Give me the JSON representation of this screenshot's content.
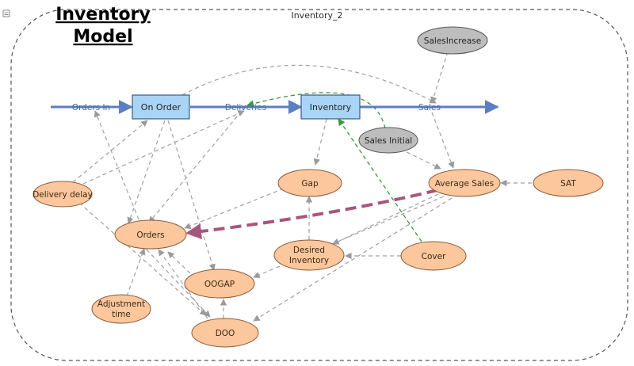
{
  "model": {
    "title_line1": "Inventory",
    "title_line2": "Model",
    "frame_label": "Inventory_2"
  },
  "colors": {
    "stock_fill": "#a9d4f5",
    "aux_fill": "#fcc79c",
    "gray_fill": "#bdbdbd",
    "flow": "#5b7fc0",
    "dashed_link": "#a0a0a0",
    "green_link": "#3a9a3a",
    "highlight_link": "#a8557e"
  },
  "stocks": {
    "on_order": "On Order",
    "inventory": "Inventory"
  },
  "flows": {
    "orders_in": "Orders In",
    "deliveries": "Deliveries",
    "sales": "Sales"
  },
  "auxiliaries": {
    "gap": "Gap",
    "average_sales": "Average Sales",
    "sat": "SAT",
    "delivery_delay": "Delivery delay",
    "orders": "Orders",
    "desired_inventory_line1": "Desired",
    "desired_inventory_line2": "Inventory",
    "cover": "Cover",
    "oogap": "OOGAP",
    "adjustment_time_line1": "Adjustment",
    "adjustment_time_line2": "time",
    "doo": "DOO"
  },
  "inputs": {
    "sales_increase": "SalesIncrease",
    "sales_initial": "Sales Initial"
  }
}
